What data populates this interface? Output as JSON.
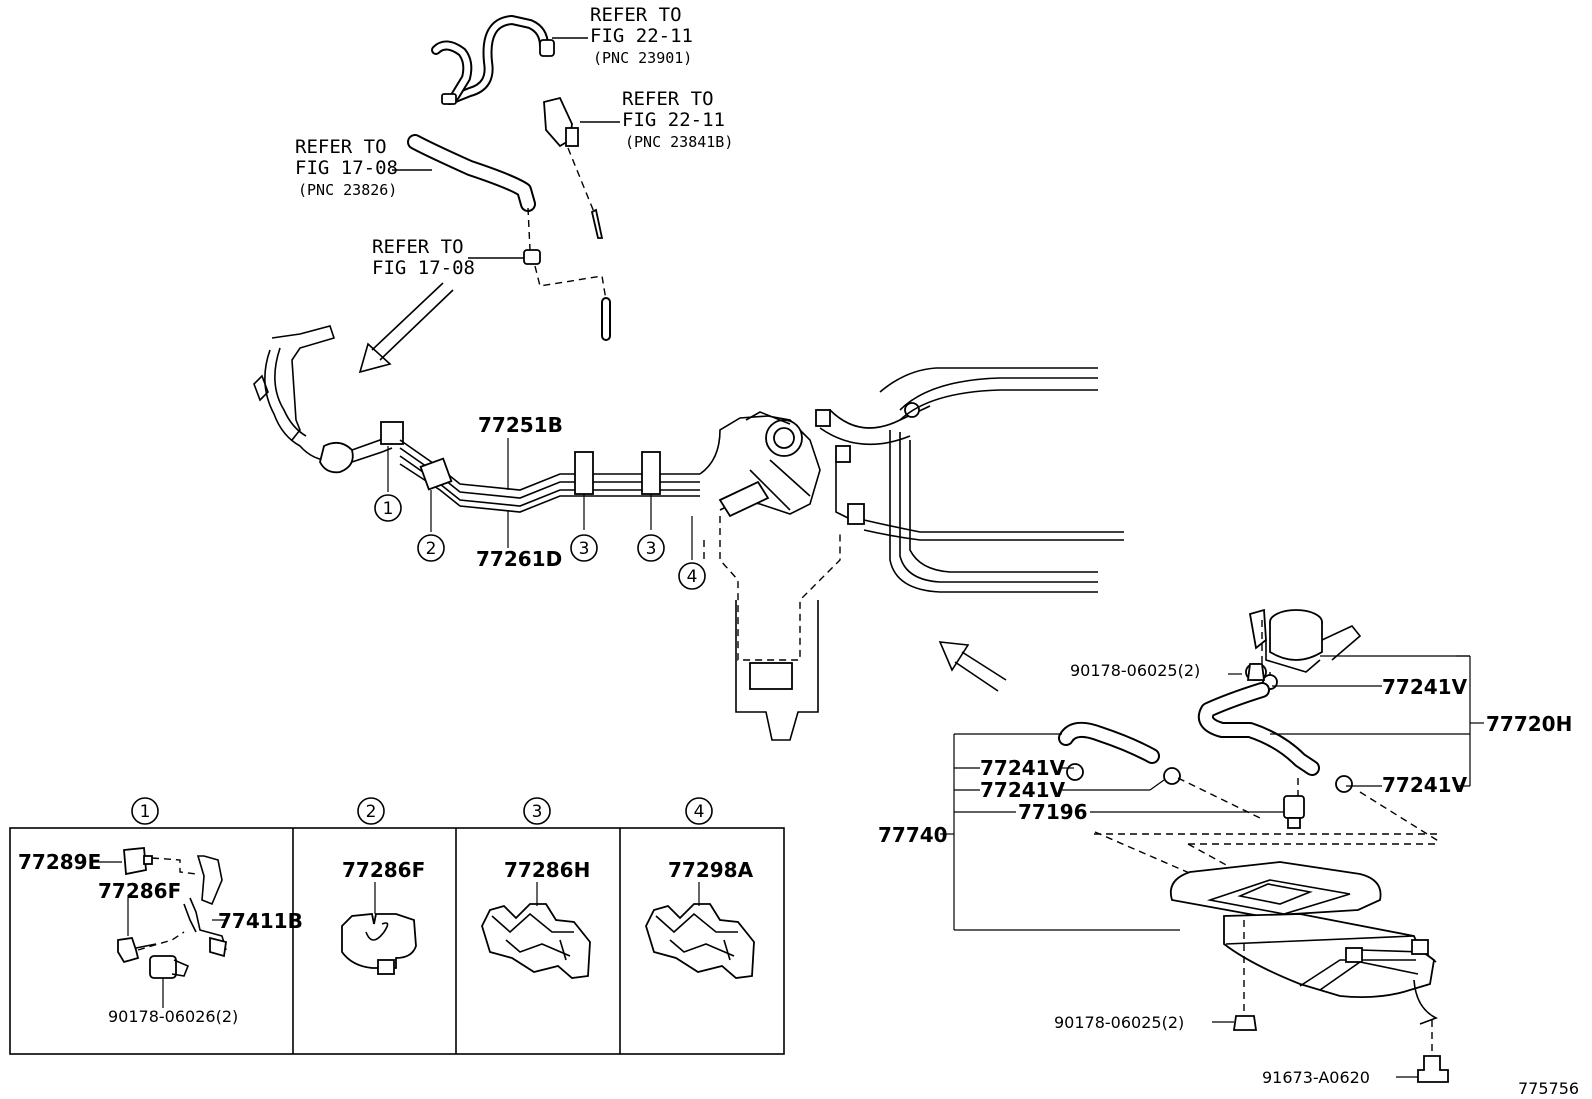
{
  "refs": {
    "r1": {
      "line1": "REFER TO",
      "line2": "FIG 22-11",
      "line3": "(PNC 23901)"
    },
    "r2": {
      "line1": "REFER TO",
      "line2": "FIG 22-11",
      "line3": "(PNC 23841B)"
    },
    "r3": {
      "line1": "REFER TO",
      "line2": "FIG 17-08",
      "line3": "(PNC 23826)"
    },
    "r4": {
      "line1": "REFER TO",
      "line2": "FIG 17-08"
    }
  },
  "main": {
    "p77251B": "77251B",
    "p77261D": "77261D",
    "c1": "1",
    "c2": "2",
    "c3a": "3",
    "c3b": "3",
    "c4": "4"
  },
  "canister": {
    "p90178_06025_top": "90178-06025(2)",
    "p77241V_a": "77241V",
    "p77720H": "77720H",
    "p77241V_b": "77241V",
    "p77241V_c": "77241V",
    "p77241V_d": "77241V",
    "p77196": "77196",
    "p77740": "77740",
    "p90178_06025_bot": "90178-06025(2)",
    "p91673_A0620": "91673-A0620"
  },
  "detail": {
    "h1": "1",
    "h2": "2",
    "h3": "3",
    "h4": "4",
    "p77289E": "77289E",
    "p77286F_a": "77286F",
    "p77411B": "77411B",
    "p90178_06026": "90178-06026(2)",
    "p77286F_b": "77286F",
    "p77286H": "77286H",
    "p77298A": "77298A"
  },
  "illustration_id": "775756"
}
